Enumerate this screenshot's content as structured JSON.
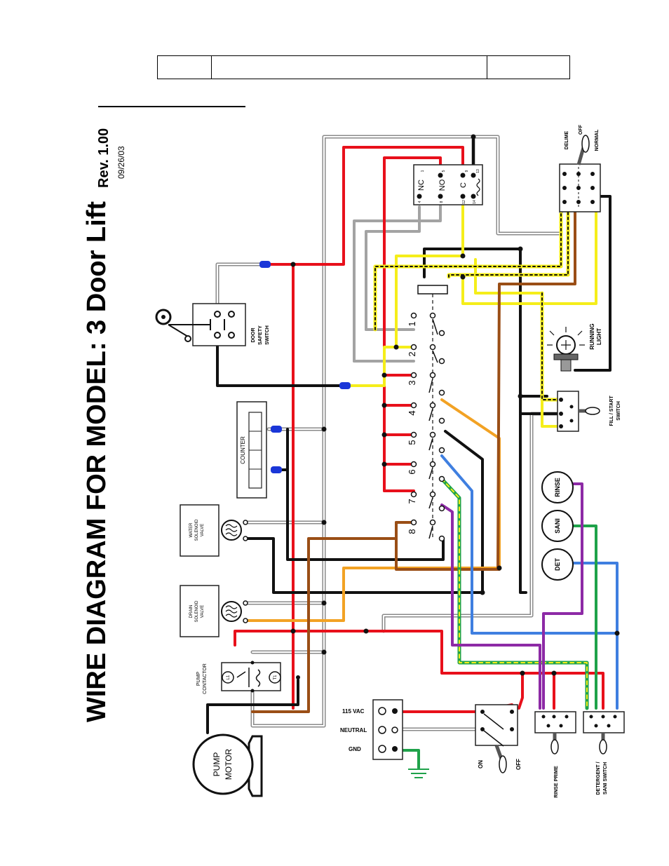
{
  "title": "WIRE DIAGRAM FOR MODEL: 3 Door Lift",
  "revision": "Rev. 1.00",
  "date": "09/26/03",
  "header_cells": [
    "",
    "",
    ""
  ],
  "labels": {
    "door_safety_switch": [
      "DOOR",
      "SAFETY",
      "SWITCH"
    ],
    "counter": "COUNTER",
    "water_solenoid": [
      "WATER",
      "SOLENOID",
      "VALVE"
    ],
    "drain_solenoid": [
      "DRAIN",
      "SOLENOID",
      "VALVE"
    ],
    "pump_contactor": [
      "PUMP",
      "CONTACTOR"
    ],
    "pump_motor": [
      "PUMP",
      "MOTOR"
    ],
    "contactor_l1": "L1",
    "contactor_t1": "T1",
    "delime": "DELIME",
    "off": "OFF",
    "normal": "NORMAL",
    "running_light": [
      "RUNNING",
      "LIGHT"
    ],
    "fill_start_switch": [
      "FILL / START",
      "SWITCH"
    ],
    "rinse": "RINSE",
    "sani": "SANI",
    "det": "DET",
    "rinse_prime": "RINSE PRIME",
    "detergent_sani_switch": [
      "DETERGENT /",
      "SANI SWITCH"
    ],
    "vac_115": "115 VAC",
    "neutral": "NEUTRAL",
    "gnd": "GND",
    "on": "ON",
    "power_off": "OFF",
    "relay_nc": "NC",
    "relay_no": "NO",
    "relay_c": "C",
    "relay_pins": [
      "1",
      "5",
      "9",
      "13",
      "4",
      "8",
      "12",
      "14"
    ]
  },
  "timer_positions": [
    "1",
    "2",
    "3",
    "4",
    "5",
    "6",
    "7",
    "8"
  ],
  "colors": {
    "red": "#e8101b",
    "black": "#111111",
    "white_wire": "#9a9a9a",
    "gray": "#a0a0a0",
    "yellow": "#f5ee1a",
    "orange": "#f2a224",
    "brown": "#9a4e16",
    "blue": "#3f7fe0",
    "green": "#1fa24a",
    "purple": "#8d2aa6",
    "connector": "#1a36d8"
  }
}
